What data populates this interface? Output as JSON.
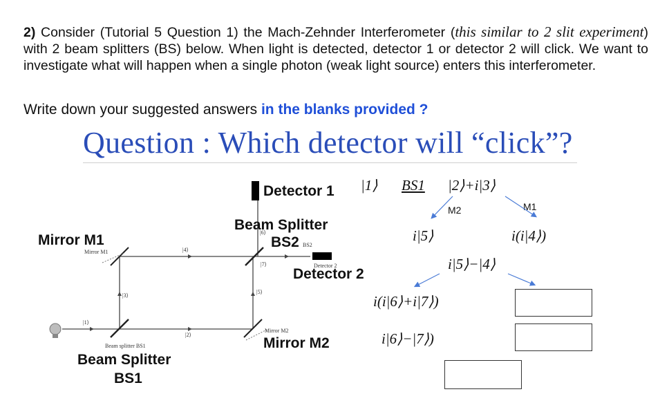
{
  "question": {
    "number": "2)",
    "intro_a": "Consider (Tutorial 5 Question 1) the Mach-Zehnder Interferometer (",
    "intro_italic": "this similar to 2 slit experiment",
    "intro_b": ") with 2 beam splitters (BS) below. When light is detected, detector 1 or detector 2 will click. We want to investigate what will happen when a single photon (weak light source) enters this interferometer.",
    "instruction": "Write down your suggested answers ",
    "instruction_highlight": "in the blanks provided ?",
    "slide_title": "Question : Which detector will “click”?"
  },
  "diagram": {
    "labels": {
      "detector1": "Detector 1",
      "beam_splitter_bs2_line1": "Beam Splitter",
      "beam_splitter_bs2_line2": "BS2",
      "mirror_m1": "Mirror M1",
      "detector2": "Detector 2",
      "mirror_m2": "Mirror M2",
      "beam_splitter_bs1_line1": "Beam Splitter",
      "beam_splitter_bs1_line2": "BS1"
    },
    "small_labels": {
      "mirror_m1": "Mirror M1",
      "beam_splitter_bs1": "Beam splitter BS1",
      "mirror_m2": "Mirror M2",
      "detector2": "Detector 2",
      "bs2": "BS2",
      "path1": "|1⟩",
      "path2": "|2⟩",
      "path3": "|3⟩",
      "path4": "|4⟩",
      "path5": "|5⟩",
      "path6": "|6⟩",
      "path7": "|7⟩"
    }
  },
  "tree": {
    "root_ket": "|1⟩",
    "bs1": "BS1",
    "after_bs1": "|2⟩+i|3⟩",
    "branch_m2": "M2",
    "branch_m1": "M1",
    "state_left": "i|5⟩",
    "state_right": "i(i|4⟩)",
    "combined": "i|5⟩−|4⟩",
    "expansion_1": "i(i|6⟩+i|7⟩)",
    "expansion_2": "i|6⟩−|7⟩)"
  }
}
